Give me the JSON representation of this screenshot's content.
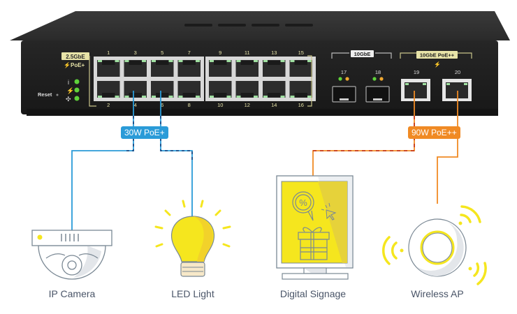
{
  "switch": {
    "group_labels": {
      "rj45": "2.5GbE",
      "rj45_poe": "PoE+",
      "sfp": "10GbE",
      "poe_plus_plus": "10GbE PoE++"
    },
    "reset_label": "Reset",
    "status_leds": [
      {
        "icon": "info-icon",
        "color": "#5fd23a"
      },
      {
        "icon": "lightning-icon",
        "color": "#5fd23a"
      },
      {
        "icon": "fan-icon",
        "color": "#5fd23a"
      }
    ],
    "top_port_numbers": [
      "1",
      "3",
      "5",
      "7",
      "9",
      "11",
      "13",
      "15"
    ],
    "bottom_port_numbers": [
      "2",
      "4",
      "6",
      "8",
      "10",
      "12",
      "14",
      "16"
    ],
    "sfp_port_numbers": [
      "17",
      "18"
    ],
    "poe_port_numbers": [
      "19",
      "20"
    ],
    "sfp_led_colors": [
      "#5fd23a",
      "#f0a830"
    ]
  },
  "connections": {
    "blue_badge": "30W PoE+",
    "orange_badge": "90W PoE++",
    "blue_color": "#2a9bd8",
    "orange_color": "#f08a24"
  },
  "devices": [
    {
      "name": "IP Camera"
    },
    {
      "name": "LED Light"
    },
    {
      "name": "Digital Signage"
    },
    {
      "name": "Wireless AP"
    }
  ],
  "colors": {
    "switch_body": "#232323",
    "accent_yellow": "#f5e61e",
    "label_khaki": "#e8e4a8",
    "icon_outline": "#7a8894"
  }
}
